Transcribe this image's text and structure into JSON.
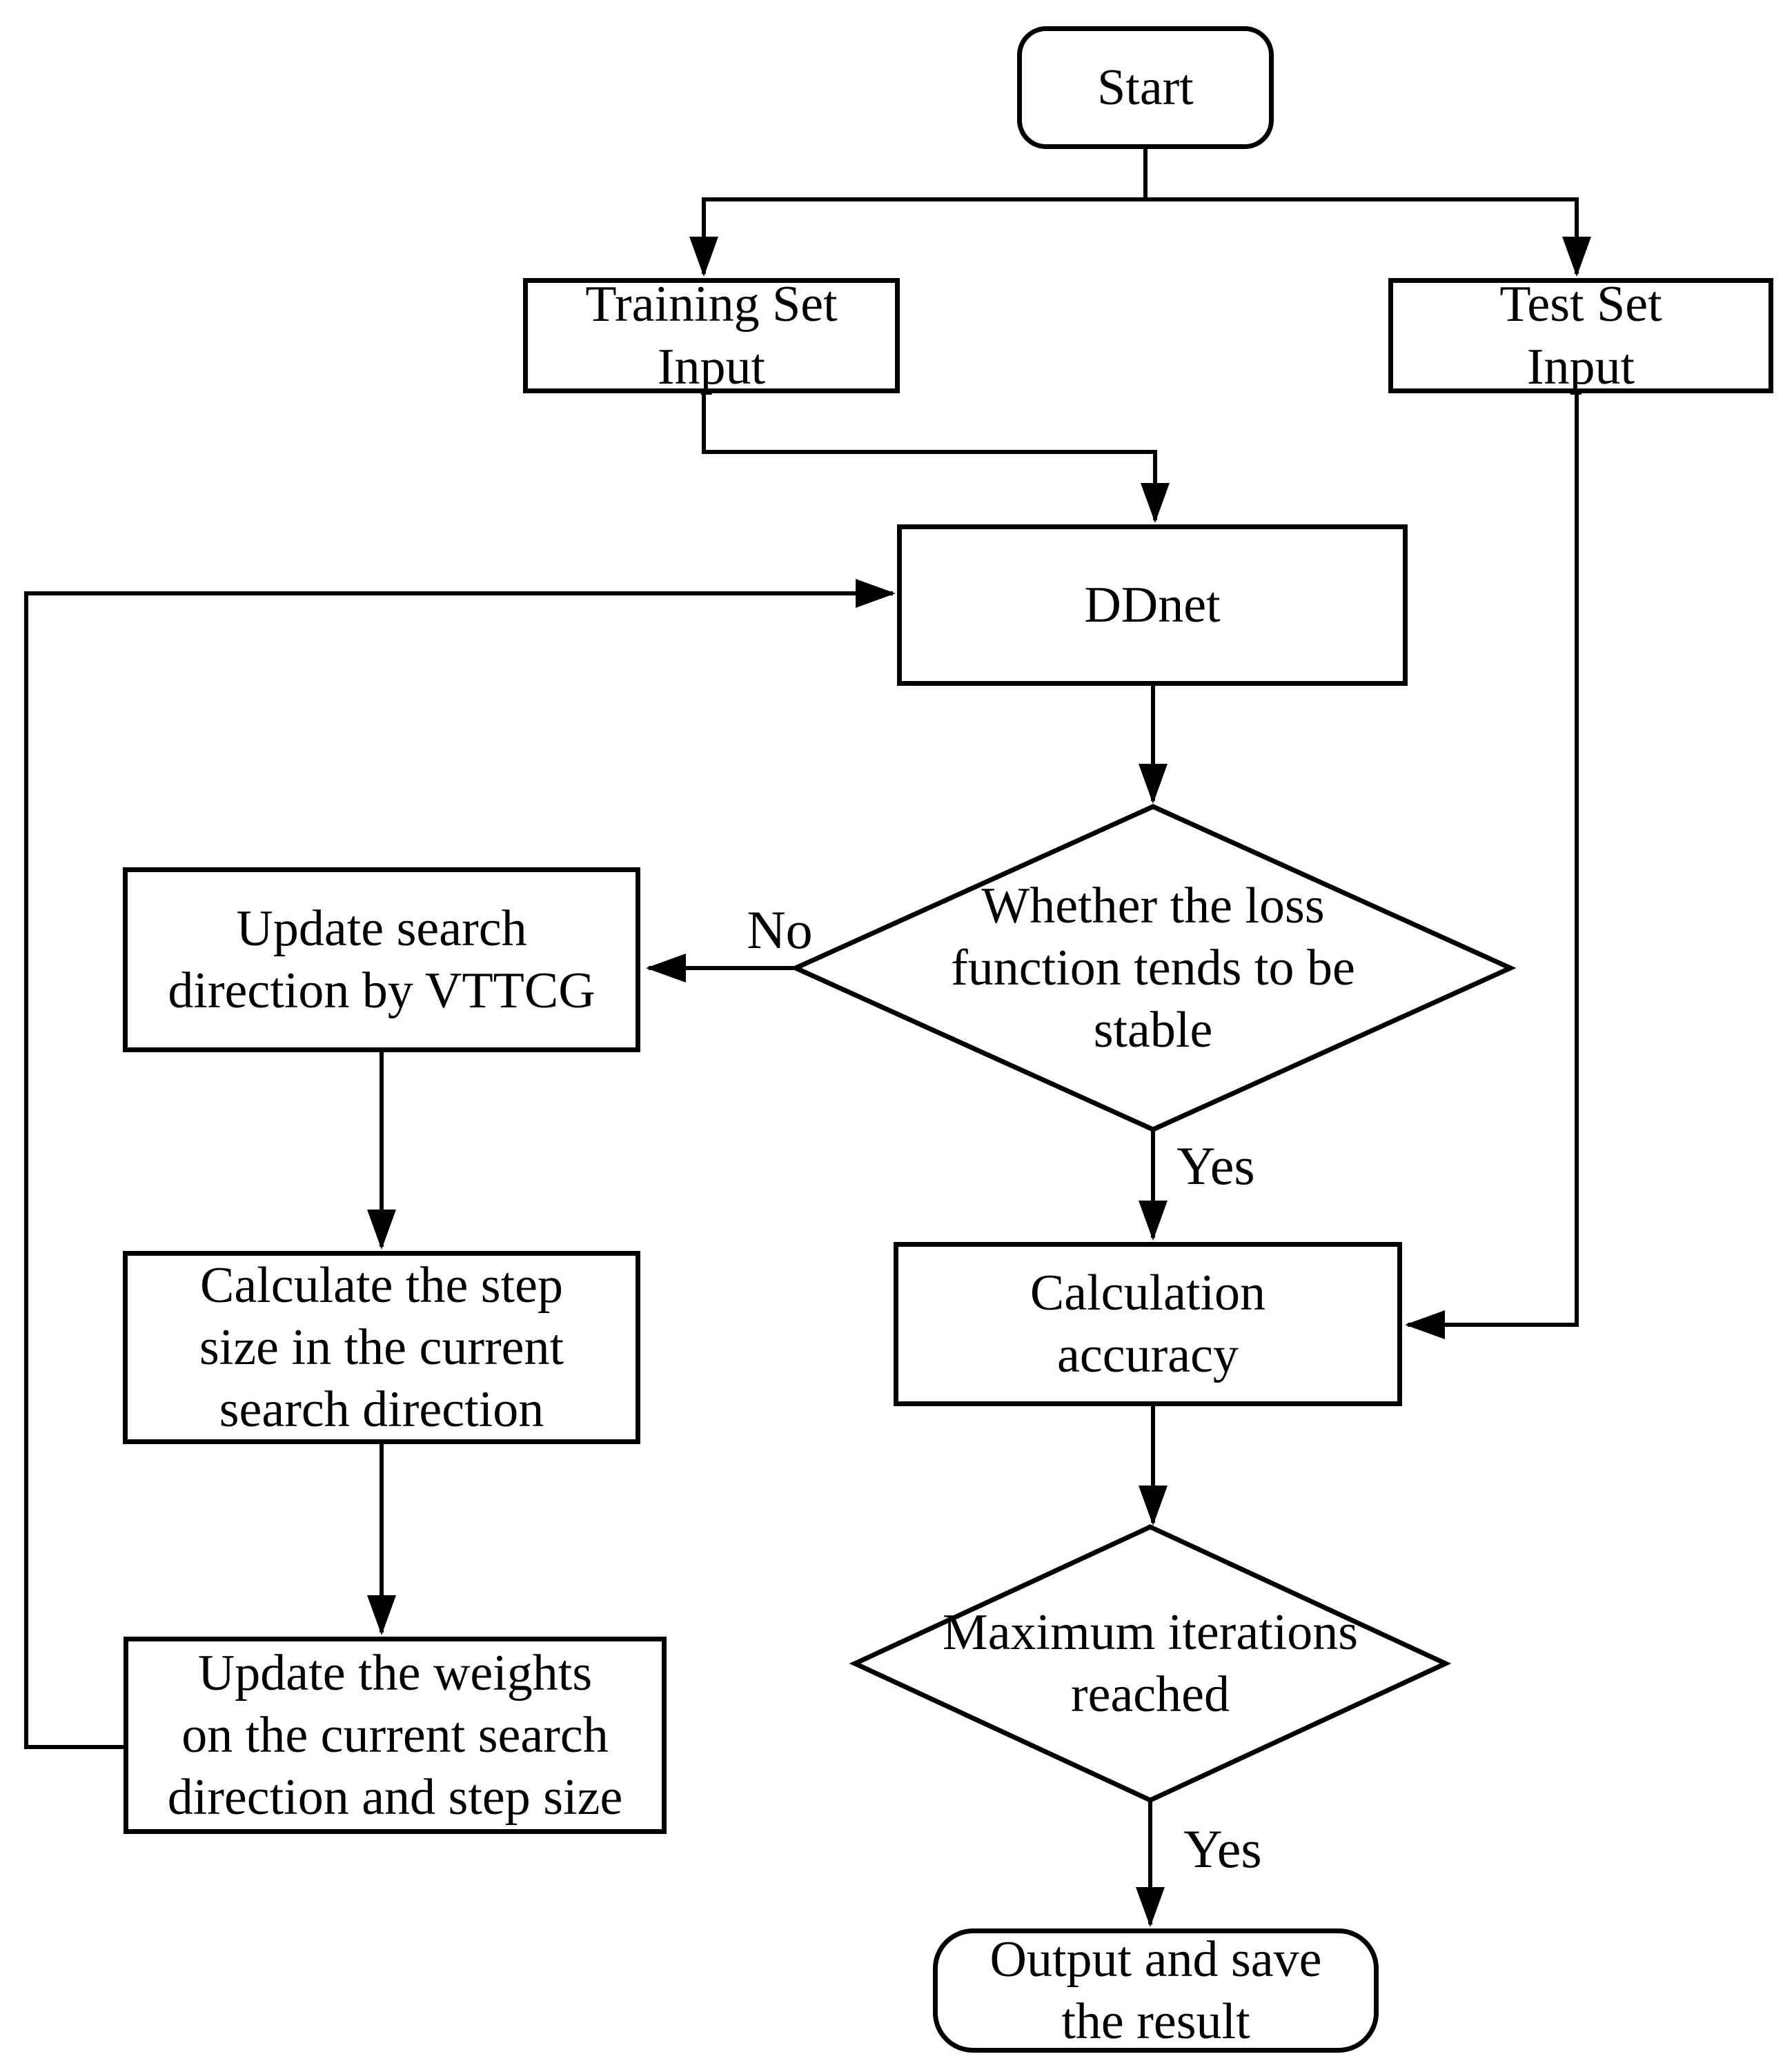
{
  "diagram": {
    "colors": {
      "background": "#ffffff",
      "stroke": "#000000",
      "text": "#000000"
    },
    "nodes": {
      "start": {
        "label": "Start",
        "shape": "rounded-rectangle"
      },
      "training_input": {
        "label": "Training Set\nInput",
        "shape": "rectangle"
      },
      "test_input": {
        "label": "Test Set\nInput",
        "shape": "rectangle"
      },
      "ddnet": {
        "label": "DDnet",
        "shape": "rectangle"
      },
      "loss_stable_decision": {
        "label": "Whether the loss\nfunction tends to be\nstable",
        "shape": "diamond"
      },
      "update_direction": {
        "label": "Update search\ndirection by VTTCG",
        "shape": "rectangle"
      },
      "calc_step_size": {
        "label": "Calculate the step\nsize in the current\nsearch direction",
        "shape": "rectangle"
      },
      "update_weights": {
        "label": "Update the weights\non the current search\ndirection and step size",
        "shape": "rectangle"
      },
      "calc_accuracy": {
        "label": "Calculation\naccuracy",
        "shape": "rectangle"
      },
      "max_iterations_decision": {
        "label": "Maximum iterations\nreached",
        "shape": "diamond"
      },
      "output_result": {
        "label": "Output and save\nthe result",
        "shape": "rounded-rectangle"
      }
    },
    "edge_labels": {
      "loss_no": "No",
      "loss_yes": "Yes",
      "iterations_yes": "Yes"
    }
  }
}
